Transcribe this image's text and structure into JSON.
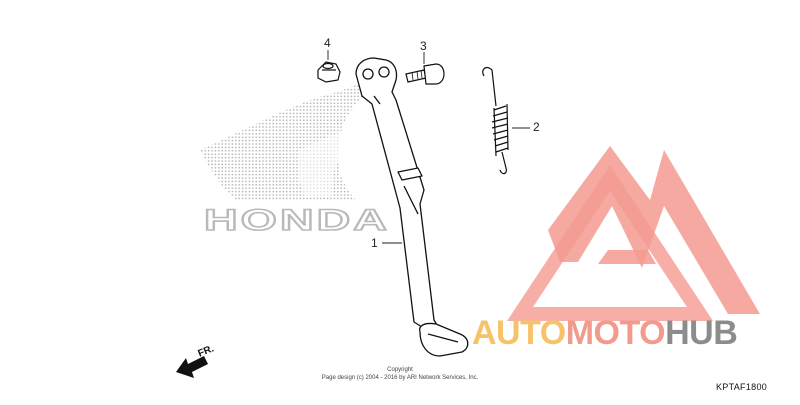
{
  "diagram": {
    "callouts": [
      {
        "id": "1",
        "label": "1"
      },
      {
        "id": "2",
        "label": "2"
      },
      {
        "id": "3",
        "label": "3"
      },
      {
        "id": "4",
        "label": "4"
      }
    ],
    "background_logo": {
      "text": "HONDA",
      "color": "#b9b9b9"
    },
    "watermark": {
      "part1": "AUTO",
      "part2": "MOTO",
      "part3": "HUB",
      "colors": {
        "orange": "#f6c36a",
        "salmon": "#f29a8c",
        "gray": "#8c8c8c",
        "logo": "#f49a91"
      }
    },
    "direction_label": "FR.",
    "copyright": {
      "line1": "Copyright",
      "line2": "Page design (c) 2004 - 2016 by ARI Network Services, Inc."
    },
    "figure_code": "KPTAF1800"
  }
}
